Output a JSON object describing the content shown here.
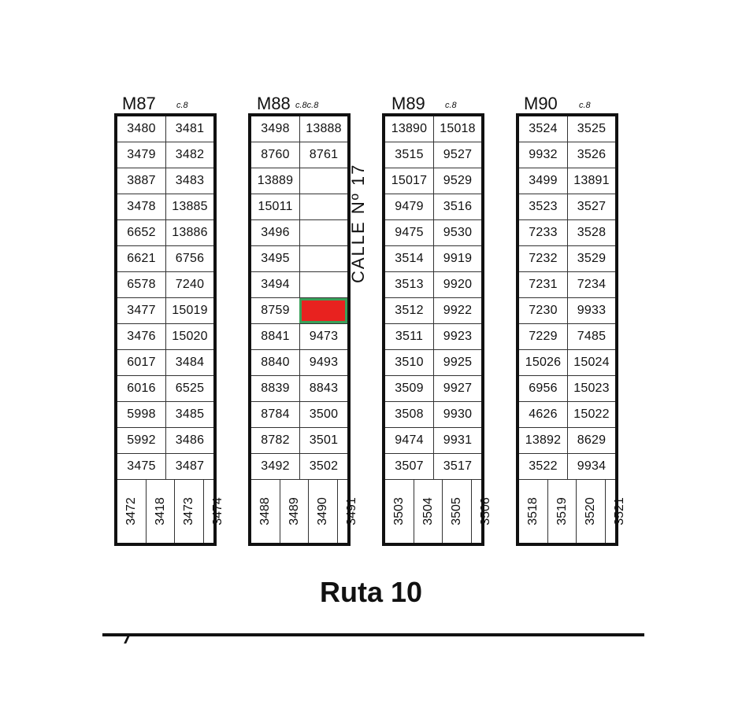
{
  "street_label": "CALLE  Nº 17",
  "route_label": "Ruta 10",
  "highlight_color": "#e8221f",
  "blocks": [
    {
      "name": "M87",
      "note": "c.8",
      "rows": [
        [
          "3480",
          "3481"
        ],
        [
          "3479",
          "3482"
        ],
        [
          "3887",
          "3483"
        ],
        [
          "3478",
          "13885"
        ],
        [
          "6652",
          "13886"
        ],
        [
          "6621",
          "6756"
        ],
        [
          "6578",
          "7240"
        ],
        [
          "3477",
          "15019"
        ],
        [
          "3476",
          "15020"
        ],
        [
          "6017",
          "3484"
        ],
        [
          "6016",
          "6525"
        ],
        [
          "5998",
          "3485"
        ],
        [
          "5992",
          "3486"
        ],
        [
          "3475",
          "3487"
        ]
      ],
      "bottom": [
        "3472",
        "3418",
        "3473",
        "3474"
      ]
    },
    {
      "name": "M88",
      "note": "c.8c.8",
      "rows": [
        [
          "3498",
          "13888"
        ],
        [
          "8760",
          "8761"
        ],
        [
          "13889",
          ""
        ],
        [
          "15011",
          ""
        ],
        [
          "3496",
          ""
        ],
        [
          "3495",
          ""
        ],
        [
          "3494",
          ""
        ],
        [
          "8759",
          ""
        ],
        [
          "8841",
          "9473"
        ],
        [
          "8840",
          "9493"
        ],
        [
          "8839",
          "8843"
        ],
        [
          "8784",
          "3500"
        ],
        [
          "8782",
          "3501"
        ],
        [
          "3492",
          "3502"
        ]
      ],
      "bottom": [
        "3488",
        "3489",
        "3490",
        "3491"
      ]
    },
    {
      "name": "M89",
      "note": "c.8",
      "rows": [
        [
          "13890",
          "15018"
        ],
        [
          "3515",
          "9527"
        ],
        [
          "15017",
          "9529"
        ],
        [
          "9479",
          "3516"
        ],
        [
          "9475",
          "9530"
        ],
        [
          "3514",
          "9919"
        ],
        [
          "3513",
          "9920"
        ],
        [
          "3512",
          "9922"
        ],
        [
          "3511",
          "9923"
        ],
        [
          "3510",
          "9925"
        ],
        [
          "3509",
          "9927"
        ],
        [
          "3508",
          "9930"
        ],
        [
          "9474",
          "9931"
        ],
        [
          "3507",
          "3517"
        ]
      ],
      "bottom": [
        "3503",
        "3504",
        "3505",
        "3506"
      ]
    },
    {
      "name": "M90",
      "note": "c.8",
      "rows": [
        [
          "3524",
          "3525"
        ],
        [
          "9932",
          "3526"
        ],
        [
          "3499",
          "13891"
        ],
        [
          "3523",
          "3527"
        ],
        [
          "7233",
          "3528"
        ],
        [
          "7232",
          "3529"
        ],
        [
          "7231",
          "7234"
        ],
        [
          "7230",
          "9933"
        ],
        [
          "7229",
          "7485"
        ],
        [
          "15026",
          "15024"
        ],
        [
          "6956",
          "15023"
        ],
        [
          "4626",
          "15022"
        ],
        [
          "13892",
          "8629"
        ],
        [
          "3522",
          "9934"
        ]
      ],
      "bottom": [
        "3518",
        "3519",
        "3520",
        "3521"
      ]
    }
  ]
}
